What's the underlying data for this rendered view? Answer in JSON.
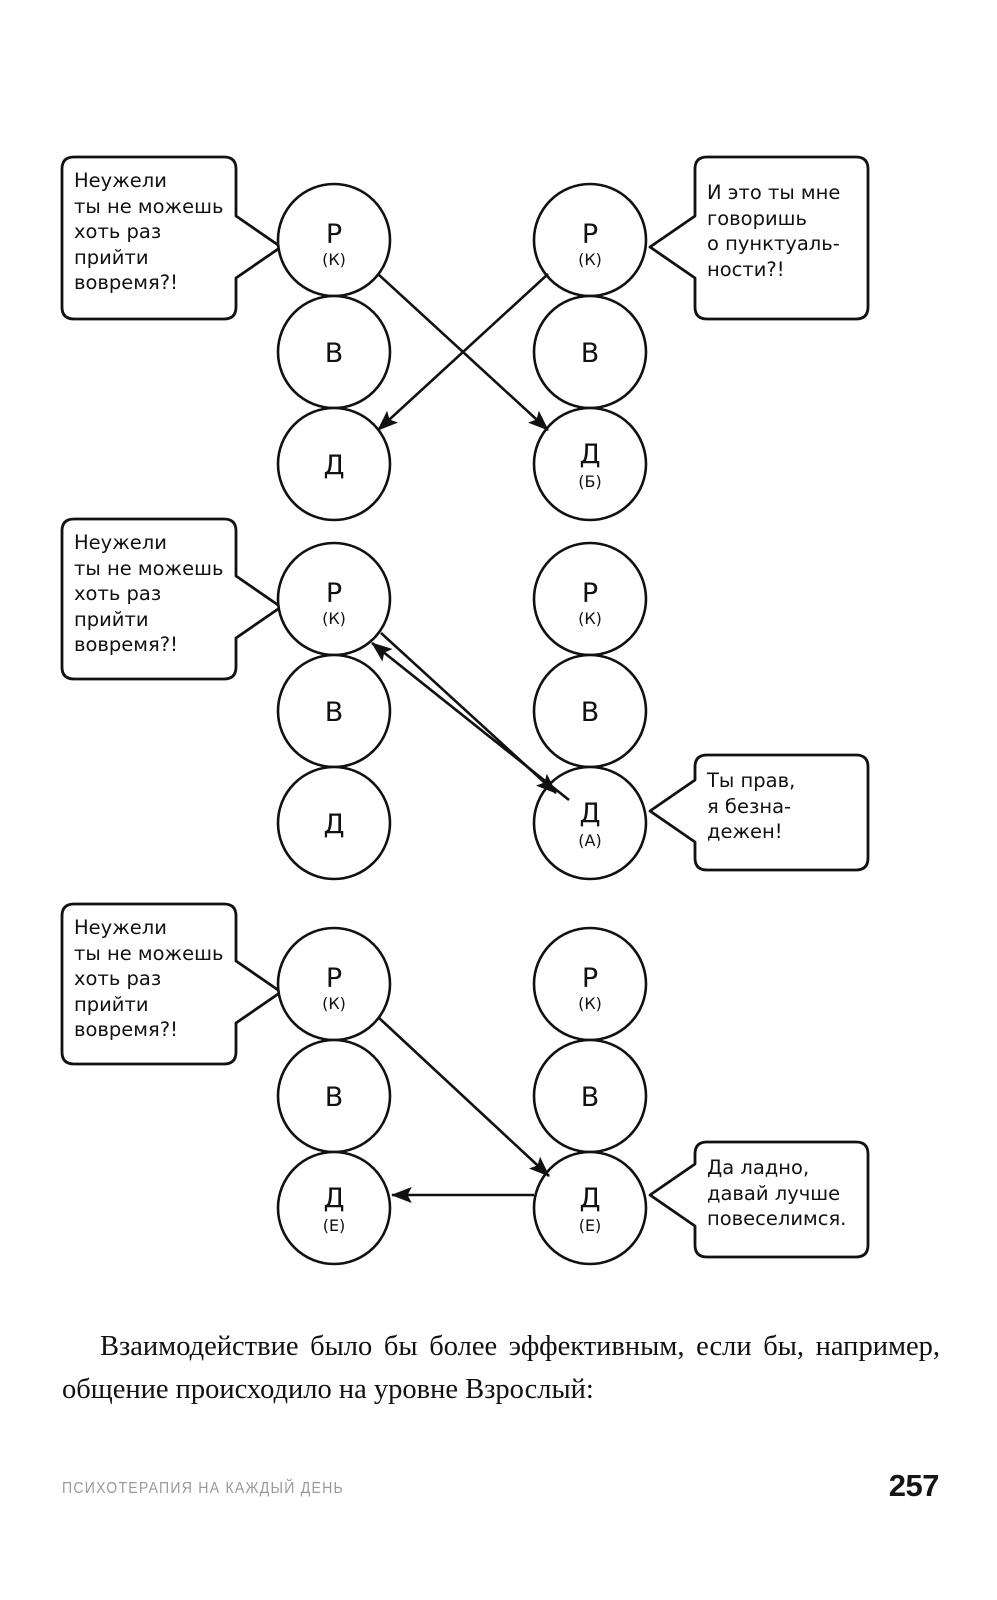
{
  "page": {
    "number": "257",
    "footer_title": "ПСИХОТЕРАПИЯ НА КАЖДЫЙ ДЕНЬ",
    "background": "#ffffff",
    "ink": "#111111",
    "footer_title_color": "#9a9a9a"
  },
  "body": {
    "paragraph": "Взаимодействие было бы более эффективным, если бы, например, общение происходило на уровне Взрослый:"
  },
  "diagrams": [
    {
      "id": "diagram-1",
      "left_column": {
        "label": "person-a",
        "circles": [
          {
            "main": "Р",
            "sub": "(К)"
          },
          {
            "main": "В",
            "sub": ""
          },
          {
            "main": "Д",
            "sub": ""
          }
        ]
      },
      "right_column": {
        "label": "person-b",
        "circles": [
          {
            "main": "Р",
            "sub": "(К)"
          },
          {
            "main": "В",
            "sub": ""
          },
          {
            "main": "Д",
            "sub": "(Б)"
          }
        ]
      },
      "bubbles": [
        {
          "side": "left",
          "text": "Неужели\nты не можешь\nхоть раз\nприйти\nвовремя?!"
        },
        {
          "side": "right",
          "text": "И это ты мне\nговоришь\nо пунктуаль-\nности?!"
        }
      ],
      "arrows": [
        {
          "from": "left-parent",
          "to": "right-child",
          "heads": "single"
        },
        {
          "from": "right-parent",
          "to": "left-child",
          "heads": "single"
        }
      ]
    },
    {
      "id": "diagram-2",
      "left_column": {
        "label": "person-a",
        "circles": [
          {
            "main": "Р",
            "sub": "(К)"
          },
          {
            "main": "В",
            "sub": ""
          },
          {
            "main": "Д",
            "sub": ""
          }
        ]
      },
      "right_column": {
        "label": "person-b",
        "circles": [
          {
            "main": "Р",
            "sub": "(К)"
          },
          {
            "main": "В",
            "sub": ""
          },
          {
            "main": "Д",
            "sub": "(А)"
          }
        ]
      },
      "bubbles": [
        {
          "side": "left",
          "text": "Неужели\nты не можешь\nхоть раз\nприйти\nвовремя?!"
        },
        {
          "side": "right",
          "text": "Ты прав,\nя безна-\nдежен!"
        }
      ],
      "arrows": [
        {
          "from": "left-parent",
          "to": "right-child",
          "heads": "double"
        }
      ]
    },
    {
      "id": "diagram-3",
      "left_column": {
        "label": "person-a",
        "circles": [
          {
            "main": "Р",
            "sub": "(К)"
          },
          {
            "main": "В",
            "sub": ""
          },
          {
            "main": "Д",
            "sub": "(Е)"
          }
        ]
      },
      "right_column": {
        "label": "person-b",
        "circles": [
          {
            "main": "Р",
            "sub": "(К)"
          },
          {
            "main": "В",
            "sub": ""
          },
          {
            "main": "Д",
            "sub": "(Е)"
          }
        ]
      },
      "bubbles": [
        {
          "side": "left",
          "text": "Неужели\nты не можешь\nхоть раз\nприйти\nвовремя?!"
        },
        {
          "side": "right",
          "text": "Да ладно,\nдавай лучше\nповеселимся."
        }
      ],
      "arrows": [
        {
          "from": "left-parent",
          "to": "right-child",
          "heads": "single"
        },
        {
          "from": "right-child",
          "to": "left-child",
          "heads": "single"
        }
      ]
    }
  ]
}
